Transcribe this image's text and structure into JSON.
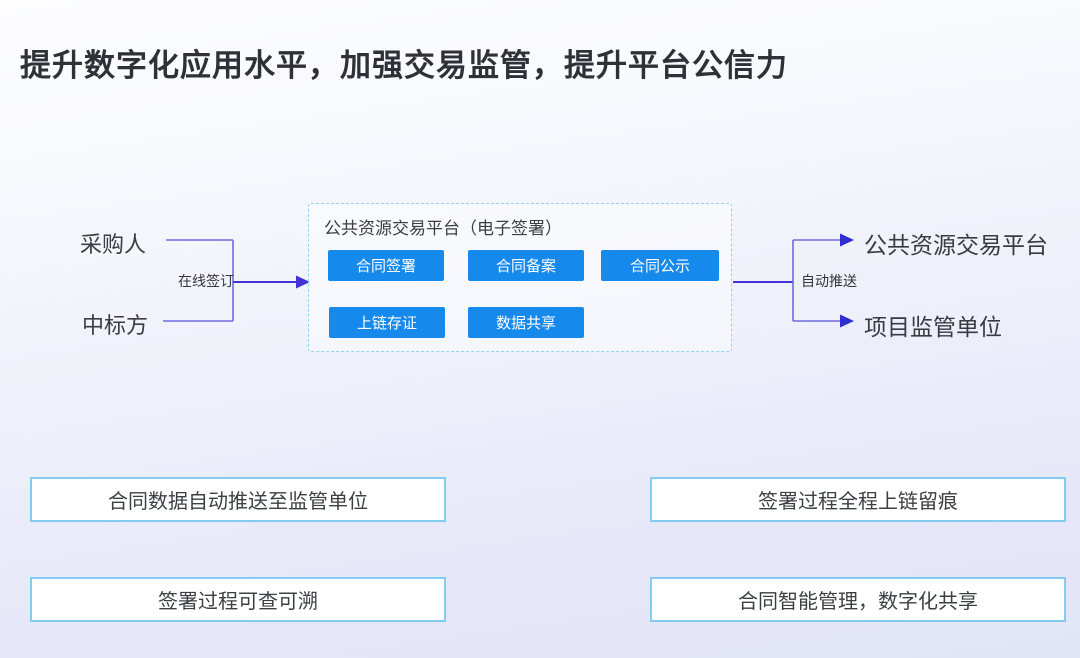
{
  "title": "提升数字化应用水平，加强交易监管，提升平台公信力",
  "colors": {
    "module_blue": "#1689ec",
    "line_purple": "#6f6ae2",
    "arrow_indigo": "#4333d6",
    "benefit_border_blue": "#82ccf0",
    "platform_dashed_border": "#8ed2f0"
  },
  "flow": {
    "sources": [
      {
        "label": "采购人"
      },
      {
        "label": "中标方"
      }
    ],
    "source_edge_label": "在线签订",
    "platform": {
      "title": "公共资源交易平台（电子签署）",
      "modules": [
        "合同签署",
        "合同备案",
        "合同公示",
        "上链存证",
        "数据共享"
      ]
    },
    "target_edge_label": "自动推送",
    "targets": [
      {
        "label": "公共资源交易平台"
      },
      {
        "label": "项目监管单位"
      }
    ]
  },
  "benefits": [
    "合同数据自动推送至监管单位",
    "签署过程全程上链留痕",
    "签署过程可查可溯",
    "合同智能管理，数字化共享"
  ]
}
